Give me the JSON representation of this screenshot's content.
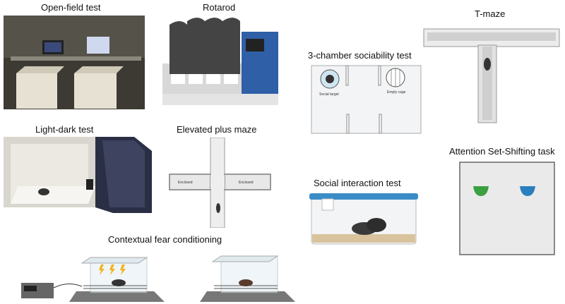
{
  "panels": {
    "open_field": {
      "title": "Open-field test"
    },
    "rotarod": {
      "title": "Rotarod"
    },
    "t_maze": {
      "title": "T-maze"
    },
    "three_chamber": {
      "title": "3-chamber sociability test",
      "left_label": "Social target",
      "right_label": "Empty cage"
    },
    "light_dark": {
      "title": "Light-dark test"
    },
    "elevated_plus": {
      "title": "Elevated plus maze",
      "left_arm": "Enclosed",
      "right_arm": "Enclosed"
    },
    "attention_set_shifting": {
      "title": "Attention Set-Shifting task",
      "bowl_colors": [
        "#3aa040",
        "#2a7fc0"
      ]
    },
    "social_interaction": {
      "title": "Social interaction test"
    },
    "fear_conditioning": {
      "title": "Contextual fear conditioning"
    }
  }
}
